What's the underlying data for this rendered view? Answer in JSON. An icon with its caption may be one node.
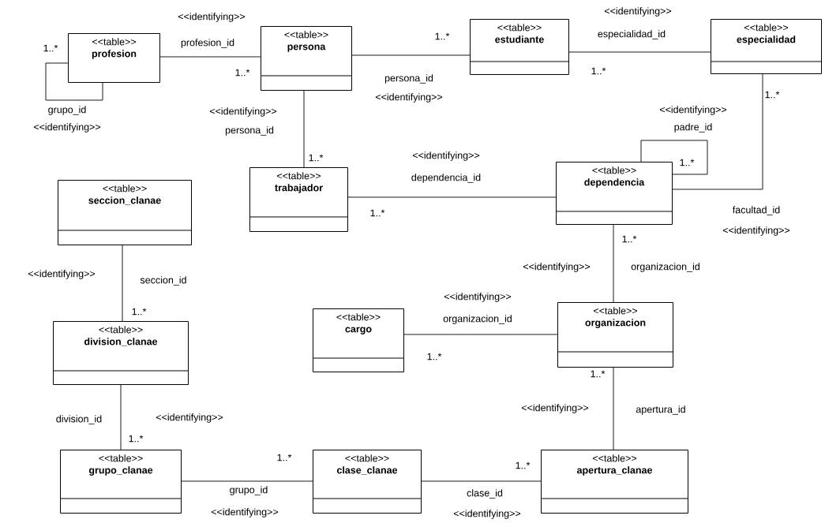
{
  "diagram": {
    "nodes": [
      {
        "text": [
          "<<table>>",
          "profesion"
        ]
      },
      {
        "text": [
          "<<table>>",
          "persona"
        ]
      },
      {
        "text": [
          "<<table>>",
          "estudiante"
        ]
      },
      {
        "text": [
          "<<table>>",
          "especialidad"
        ]
      },
      {
        "text": [
          "<<table>>",
          "trabajador"
        ]
      },
      {
        "text": [
          "<<table>>",
          "dependencia"
        ]
      },
      {
        "text": [
          "<<table>>",
          "seccion_clanae"
        ]
      },
      {
        "text": [
          "<<table>>",
          "division_clanae"
        ]
      },
      {
        "text": [
          "<<table>>",
          "cargo"
        ]
      },
      {
        "text": [
          "<<table>>",
          "organizacion"
        ]
      },
      {
        "text": [
          "<<table>>",
          "grupo_clanae"
        ]
      },
      {
        "text": [
          "<<table>>",
          "clase_clanae"
        ]
      },
      {
        "text": [
          "<<table>>",
          "apertura_clanae"
        ]
      }
    ],
    "edges": [
      {
        "from": 0,
        "to": 0,
        "arrow": "none",
        "label": "grupo_id"
      },
      {
        "from": 0,
        "to": 1,
        "arrow": "none",
        "label": "profesion_id"
      },
      {
        "from": 1,
        "to": 2,
        "arrow": "none",
        "label": "persona_id"
      },
      {
        "from": 3,
        "to": 2,
        "arrow": "none",
        "label": "especialidad_id"
      },
      {
        "from": 1,
        "to": 4,
        "arrow": "none",
        "label": "persona_id"
      },
      {
        "from": 5,
        "to": 4,
        "arrow": "none",
        "label": "dependencia_id"
      },
      {
        "from": 5,
        "to": 5,
        "arrow": "none",
        "label": "padre_id"
      },
      {
        "from": 3,
        "to": 5,
        "arrow": "none",
        "label": "facultad_id"
      },
      {
        "from": 5,
        "to": 9,
        "arrow": "none",
        "label": "organizacion_id"
      },
      {
        "from": 9,
        "to": 8,
        "arrow": "none",
        "label": "organizacion_id"
      },
      {
        "from": 6,
        "to": 7,
        "arrow": "none",
        "label": "seccion_id"
      },
      {
        "from": 7,
        "to": 10,
        "arrow": "none",
        "label": "division_id"
      },
      {
        "from": 10,
        "to": 11,
        "arrow": "none",
        "label": "grupo_id"
      },
      {
        "from": 11,
        "to": 12,
        "arrow": "none",
        "label": "clase_id"
      },
      {
        "from": 12,
        "to": 9,
        "arrow": "none",
        "label": "apertura_id"
      }
    ],
    "labels": [
      "<<identifying>>",
      "1..*",
      "<<identifying>>",
      "1..*",
      "<<identifying>>",
      "1..*",
      "<<identifying>>",
      "1..*",
      "<<identifying>>",
      "1..*",
      "<<identifying>>",
      "1..*",
      "<<identifying>>",
      "1..*",
      "<<identifying>>",
      "1..*",
      "<<identifying>>",
      "1..*",
      "<<identifying>>",
      "1..*",
      "<<identifying>>",
      "1..*",
      "<<identifying>>",
      "1..*",
      "<<identifying>>",
      "1..*",
      "<<identifying>>",
      "1..*",
      "<<identifying>>",
      "1..*"
    ]
  }
}
